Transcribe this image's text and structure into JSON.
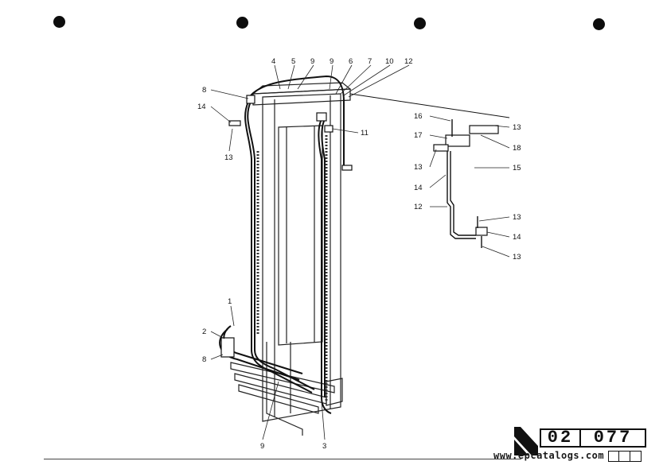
{
  "callouts": {
    "c4": "4",
    "c5": "5",
    "c9a": "9",
    "c9b": "9",
    "c6": "6",
    "c7": "7",
    "c10": "10",
    "c12a": "12",
    "c8a": "8",
    "c14a": "14",
    "c13a": "13",
    "c11": "11",
    "c16": "16",
    "c17": "17",
    "c13b": "13",
    "c18": "18",
    "c13c": "13",
    "c15": "15",
    "c14b": "14",
    "c12b": "12",
    "c13d": "13",
    "c14c": "14",
    "c13e": "13",
    "c1": "1",
    "c2": "2",
    "c8b": "8",
    "c9c": "9",
    "c3": "3"
  },
  "stamp": {
    "code_left": "02",
    "code_right": "077"
  },
  "watermark": "www.epcatalogs.com"
}
